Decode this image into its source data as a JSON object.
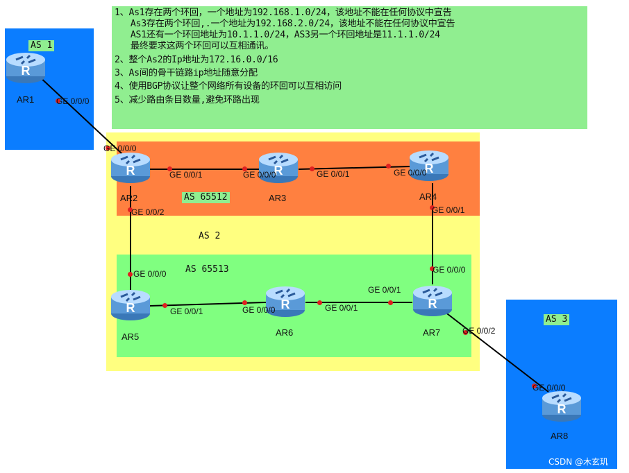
{
  "requirements": [
    "1、As1存在两个环回，一个地址为192.168.1.0/24，该地址不能在任何协议中宣告",
    "   As3存在两个环回,.一个地址为192.168.2.0/24，该地址不能在任何协议中宣告",
    "   AS1还有一个环回地址为10.1.1.0/24，AS3另一个环回地址是11.1.1.0/24",
    "   最终要求这两个环回可以互相通讯。",
    "2、整个As2的Ip地址为172.16.0.0/16",
    "3、As间的骨干链路ip地址随意分配",
    "4、使用BGP协议让整个网络所有设备的环回可以互相访问",
    "5、减少路由条目数量,避免环路出现"
  ],
  "as_labels": {
    "as1": "AS 1",
    "as2": "AS 2",
    "as3": "AS 3",
    "as65512": "AS 65512",
    "as65513": "AS 65513"
  },
  "devices": {
    "ar1": "AR1",
    "ar2": "AR2",
    "ar3": "AR3",
    "ar4": "AR4",
    "ar5": "AR5",
    "ar6": "AR6",
    "ar7": "AR7",
    "ar8": "AR8"
  },
  "router_icon_glyph": "R",
  "interfaces": {
    "ar1_g000": "GE 0/0/0",
    "ar2_g000": "GE 0/0/0",
    "ar2_g001": "GE 0/0/1",
    "ar2_g002": "GE 0/0/2",
    "ar3_g000": "GE 0/0/0",
    "ar3_g001": "GE 0/0/1",
    "ar4_g000": "GE 0/0/0",
    "ar4_g001": "GE 0/0/1",
    "ar5_g000": "GE 0/0/0",
    "ar5_g001": "GE 0/0/1",
    "ar6_g000": "GE 0/0/0",
    "ar6_g001": "GE 0/0/1",
    "ar7_g001": "GE 0/0/1",
    "ar7_g000": "GE 0/0/0",
    "ar7_g002": "GE 0/0/2",
    "ar8_g000": "GE 0/0/0"
  },
  "watermark": "CSDN @木玄玑",
  "colors": {
    "as_outer_blue": "#0b7dff",
    "as2_yellow": "#ffff80",
    "as65512_orange": "#ff8040",
    "as65513_green": "#80ff80",
    "note_green": "#90ee90",
    "port_red": "#e02020"
  }
}
